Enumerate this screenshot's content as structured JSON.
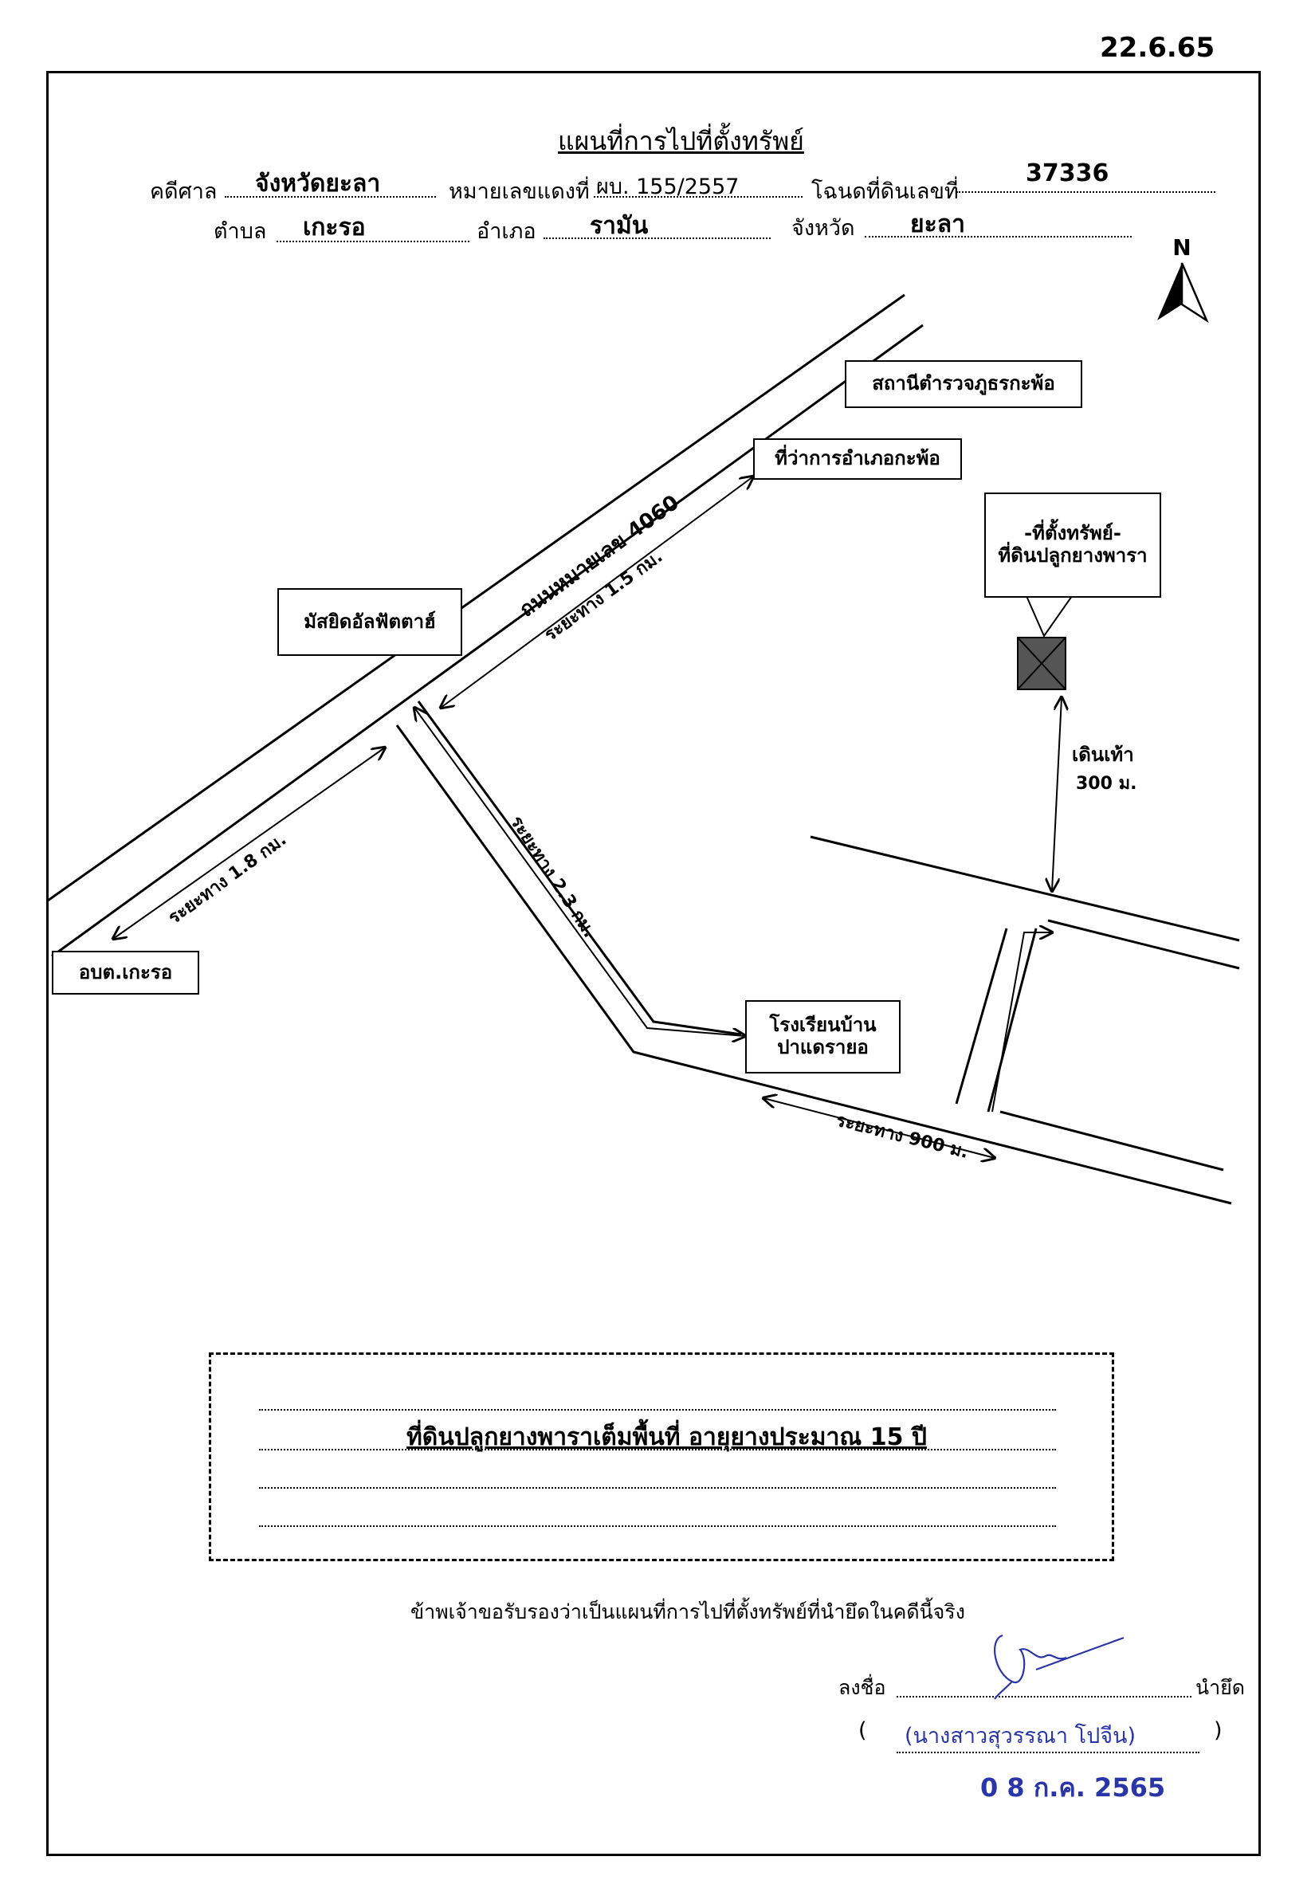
{
  "doc_date": "22.6.65",
  "title": "แผนที่การไปที่ตั้งทรัพย์",
  "header": {
    "case_label": "คดีศาล",
    "case_value": "จังหวัดยะลา",
    "red_no_label": "หมายเลขแดงที่",
    "red_no_value": "ผบ. 155/2557",
    "deed_label": "โฉนดที่ดินเลขที่",
    "deed_value": "37336",
    "subdistrict_label": "ตำบล",
    "subdistrict_value": "เกะรอ",
    "district_label": "อำเภอ",
    "district_value": "รามัน",
    "province_label": "จังหวัด",
    "province_value": "ยะลา"
  },
  "map": {
    "north_label": "N",
    "road_label": "ถนนหมายเลข 4060",
    "places": {
      "police": "สถานีตำรวจภูธรกะพ้อ",
      "district_office": "ที่ว่าการอำเภอกะพ้อ",
      "mosque": "มัสยิดอัลฟัตตาฮ์",
      "sao": "อบต.เกะรอ",
      "school_line1": "โรงเรียนบ้าน",
      "school_line2": "ปาแดรายอ",
      "property_line1": "-ที่ตั้งทรัพย์-",
      "property_line2": "ที่ดินปลูกยางพารา"
    },
    "distances": {
      "d1": "ระยะทาง 1.5 กม.",
      "d2": "ระยะทาง 1.8 กม.",
      "d3": "ระยะทาง 2.3 กม.",
      "d4": "ระยะทาง 900 ม.",
      "walk_line1": "เดินเท้า",
      "walk_line2": "300 ม."
    }
  },
  "note": "ที่ดินปลูกยางพาราเต็มพื้นที่ อายุยางประมาณ 15 ปี",
  "certify": "ข้าพเจ้าขอรับรองว่าเป็นแผนที่การไปที่ตั้งทรัพย์ที่นำยึดในคดีนี้จริง",
  "signature": {
    "label": "ลงชื่อ",
    "role": "นำยึด",
    "open_paren": "(",
    "close_paren": ")",
    "name": "(นางสาวสุวรรณา โปจีน)",
    "stamp": "0 8 ก.ค. 2565"
  },
  "colors": {
    "ink": "#000000",
    "stamp_blue": "#2a35a8",
    "property_fill": "#555555"
  }
}
